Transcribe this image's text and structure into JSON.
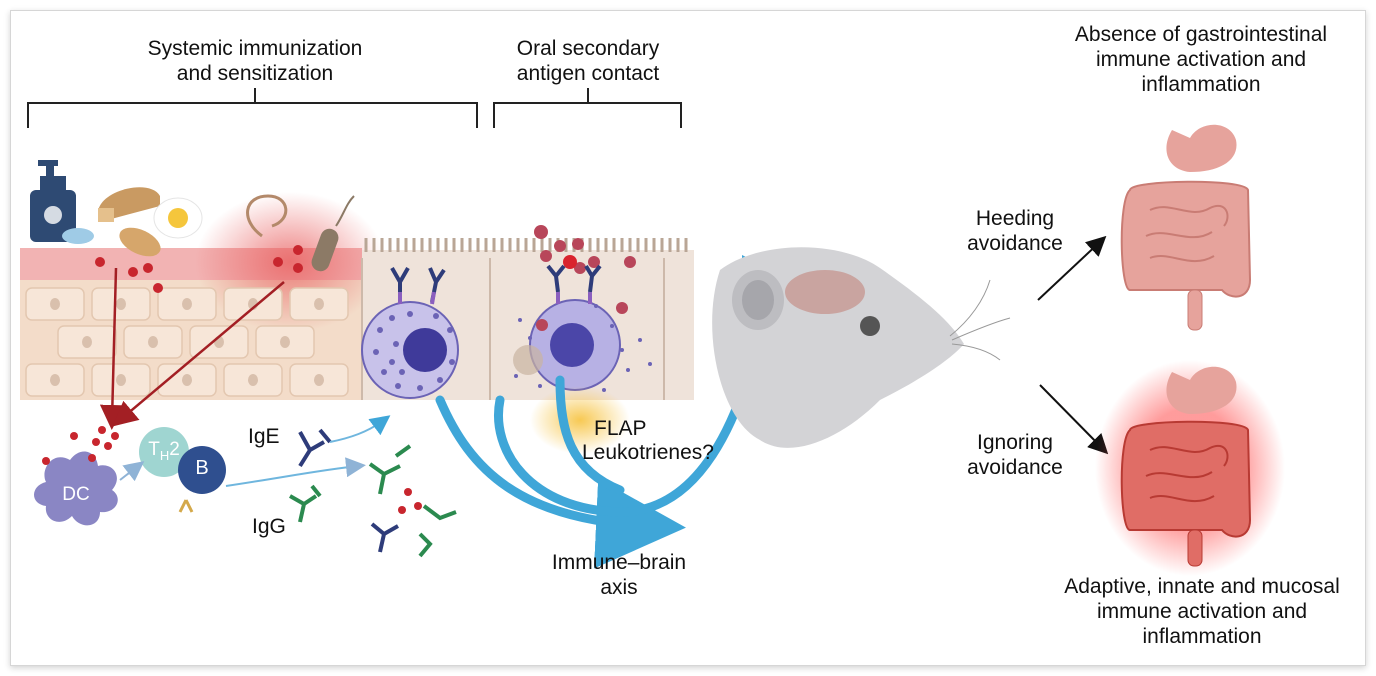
{
  "headings": {
    "systemic": "Systemic immunization and sensitization",
    "oral": "Oral secondary antigen contact",
    "absence": "Absence of gastrointestinal immune activation and inflammation",
    "adaptive": "Adaptive, innate and mucosal immune activation and inflammation"
  },
  "paths": {
    "heeding": "Heeding avoidance",
    "ignoring": "Ignoring avoidance"
  },
  "cell_labels": {
    "dc": "DC",
    "th": "T",
    "th_sub": "H",
    "th_sup": "2",
    "b": "B",
    "ige": "IgE",
    "igg": "IgG"
  },
  "mediators": {
    "flap": "FLAP",
    "leukotrienes": "Leukotrienes?"
  },
  "axis_label": "Immune–brain axis",
  "colors": {
    "arrow_blue": "#3fa6d8",
    "allergen_red": "#c8262e",
    "mast_cell": "#6b63b5",
    "gut_pink": "#e6a39c",
    "gut_inflamed": "#d9342f",
    "mouse_grey": "#d3d3d6",
    "skin_pink": "#f2b3b3",
    "tissue_beige": "#f3dcc9"
  }
}
